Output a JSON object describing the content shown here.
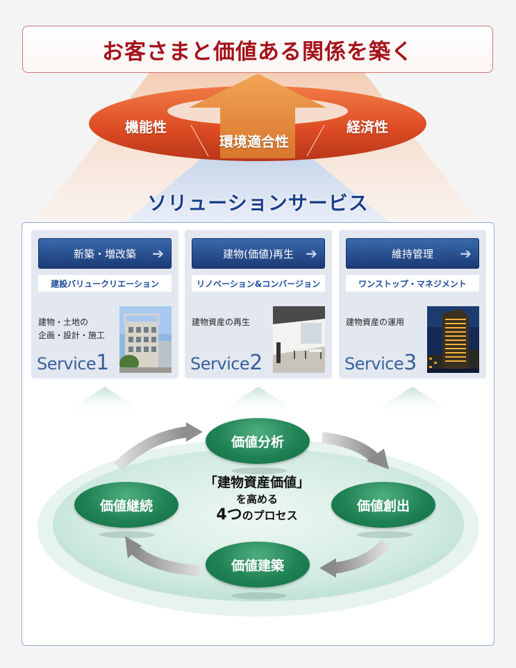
{
  "headline": "お客さまと価値ある関係を築く",
  "ring": {
    "left": "機能性",
    "center": "環境適合性",
    "right": "経済性"
  },
  "solution_title": "ソリューションサービス",
  "services": [
    {
      "button": "新築・増改築",
      "subtitle": "建設バリュークリエーション",
      "description": "建物・土地の\n企画・設計・施工",
      "label": "Service",
      "number": "1",
      "photo": "new-building-photo"
    },
    {
      "button": "建物(価値)再生",
      "subtitle": "リノベーション&コンバージョン",
      "description": "建物資産の再生",
      "label": "Service",
      "number": "2",
      "photo": "renovated-interior-photo"
    },
    {
      "button": "維持管理",
      "subtitle": "ワンストップ・マネジメント",
      "description": "建物資産の運用",
      "label": "Service",
      "number": "3",
      "photo": "tower-night-photo"
    }
  ],
  "process": {
    "top": "価値分析",
    "right": "価値創出",
    "bottom": "価値建築",
    "left": "価値継続",
    "center_line1": "「建物資産価値」",
    "center_line2": "を高める",
    "center_number": "4つ",
    "center_line3": "のプロセス"
  },
  "colors": {
    "headline_red": "#a3121b",
    "ring_orange": "#e25a2c",
    "arrow_orange": "#e8933f",
    "title_blue": "#1b3e8c",
    "button_blue": "#1b3b76",
    "node_green": "#1f8255",
    "ellipse_mint": "#cfe9e0"
  }
}
